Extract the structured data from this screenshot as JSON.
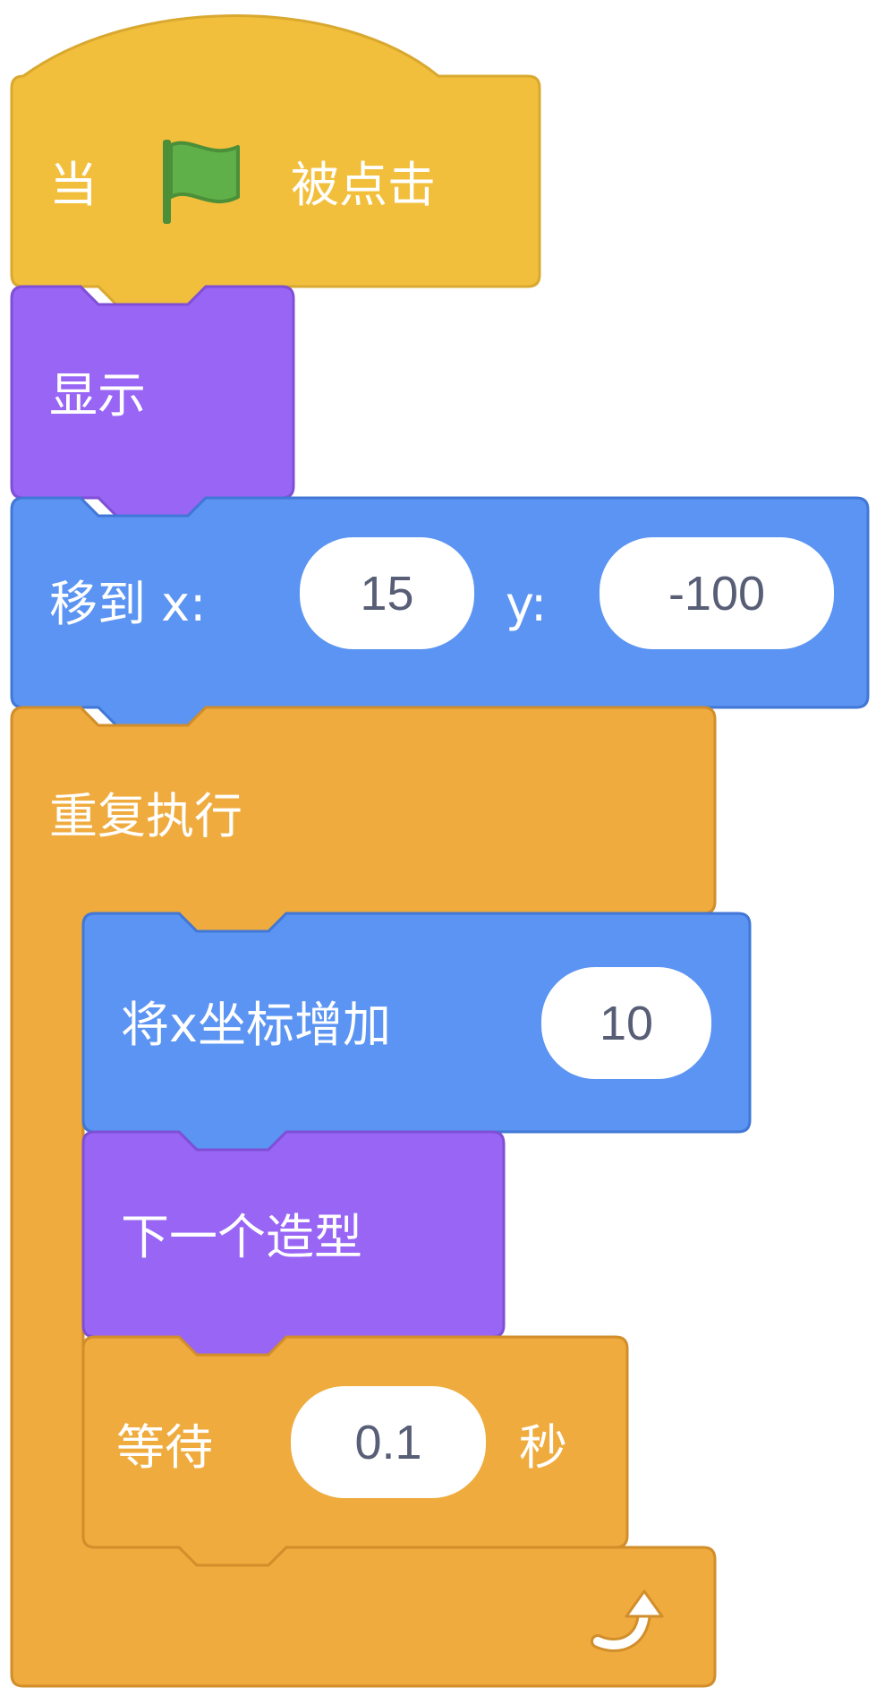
{
  "colors": {
    "events": "#f2bf3c",
    "events_border": "#d9a82f",
    "looks": "#9865f5",
    "looks_border": "#7f4fd6",
    "motion": "#5b94f2",
    "motion_border": "#4177d6",
    "control": "#efab3e",
    "control_border": "#d18e2a",
    "flag": "#5fb049",
    "input_text": "#575e75"
  },
  "icons": {
    "flag": "green-flag-icon",
    "repeat": "repeat-arrow-icon"
  },
  "blocks": {
    "when_flag": {
      "before": "当",
      "after": "被点击"
    },
    "show": {
      "label": "显示"
    },
    "goto": {
      "label": "移到 x:",
      "x_value": "15",
      "y_label": "y:",
      "y_value": "-100"
    },
    "forever": {
      "label": "重复执行"
    },
    "change_x": {
      "label": "将x坐标增加",
      "value": "10"
    },
    "next_costume": {
      "label": "下一个造型"
    },
    "wait": {
      "label": "等待",
      "value": "0.1",
      "unit": "秒"
    }
  }
}
